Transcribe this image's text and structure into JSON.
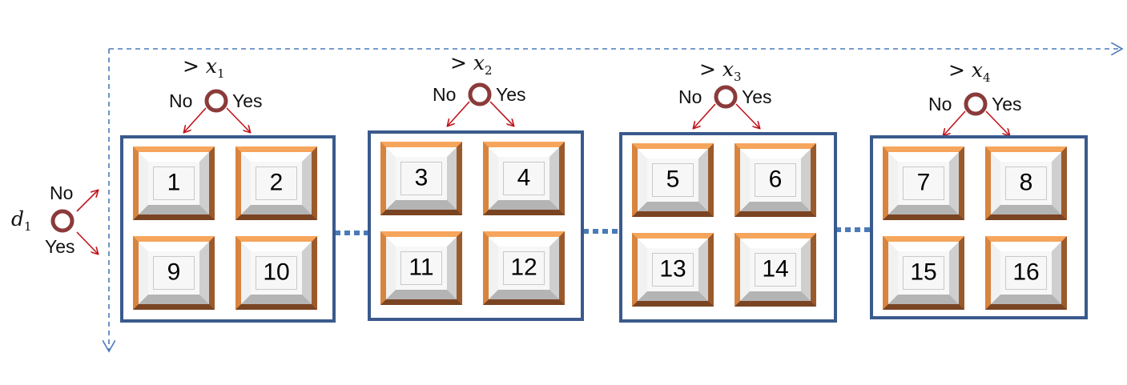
{
  "thresholds": [
    {
      "prefix": ">",
      "var": "x",
      "sub": "1"
    },
    {
      "prefix": ">",
      "var": "x",
      "sub": "2"
    },
    {
      "prefix": ">",
      "var": "x",
      "sub": "3"
    },
    {
      "prefix": ">",
      "var": "x",
      "sub": "4"
    }
  ],
  "branch_labels": {
    "no": "No",
    "yes": "Yes"
  },
  "left_node": {
    "var": "d",
    "sub": "1",
    "no": "No",
    "yes": "Yes"
  },
  "groups": [
    {
      "tiles": [
        "1",
        "2",
        "9",
        "10"
      ]
    },
    {
      "tiles": [
        "3",
        "4",
        "11",
        "12"
      ]
    },
    {
      "tiles": [
        "5",
        "6",
        "13",
        "14"
      ]
    },
    {
      "tiles": [
        "7",
        "8",
        "15",
        "16"
      ]
    }
  ],
  "colors": {
    "frame": "#3a5a8c",
    "node": "#8b3a3a",
    "arrow": "#c0141c",
    "axis": "#4a7ab8",
    "connector": "#4a7ab8",
    "tile_rim": "#d7843f"
  }
}
